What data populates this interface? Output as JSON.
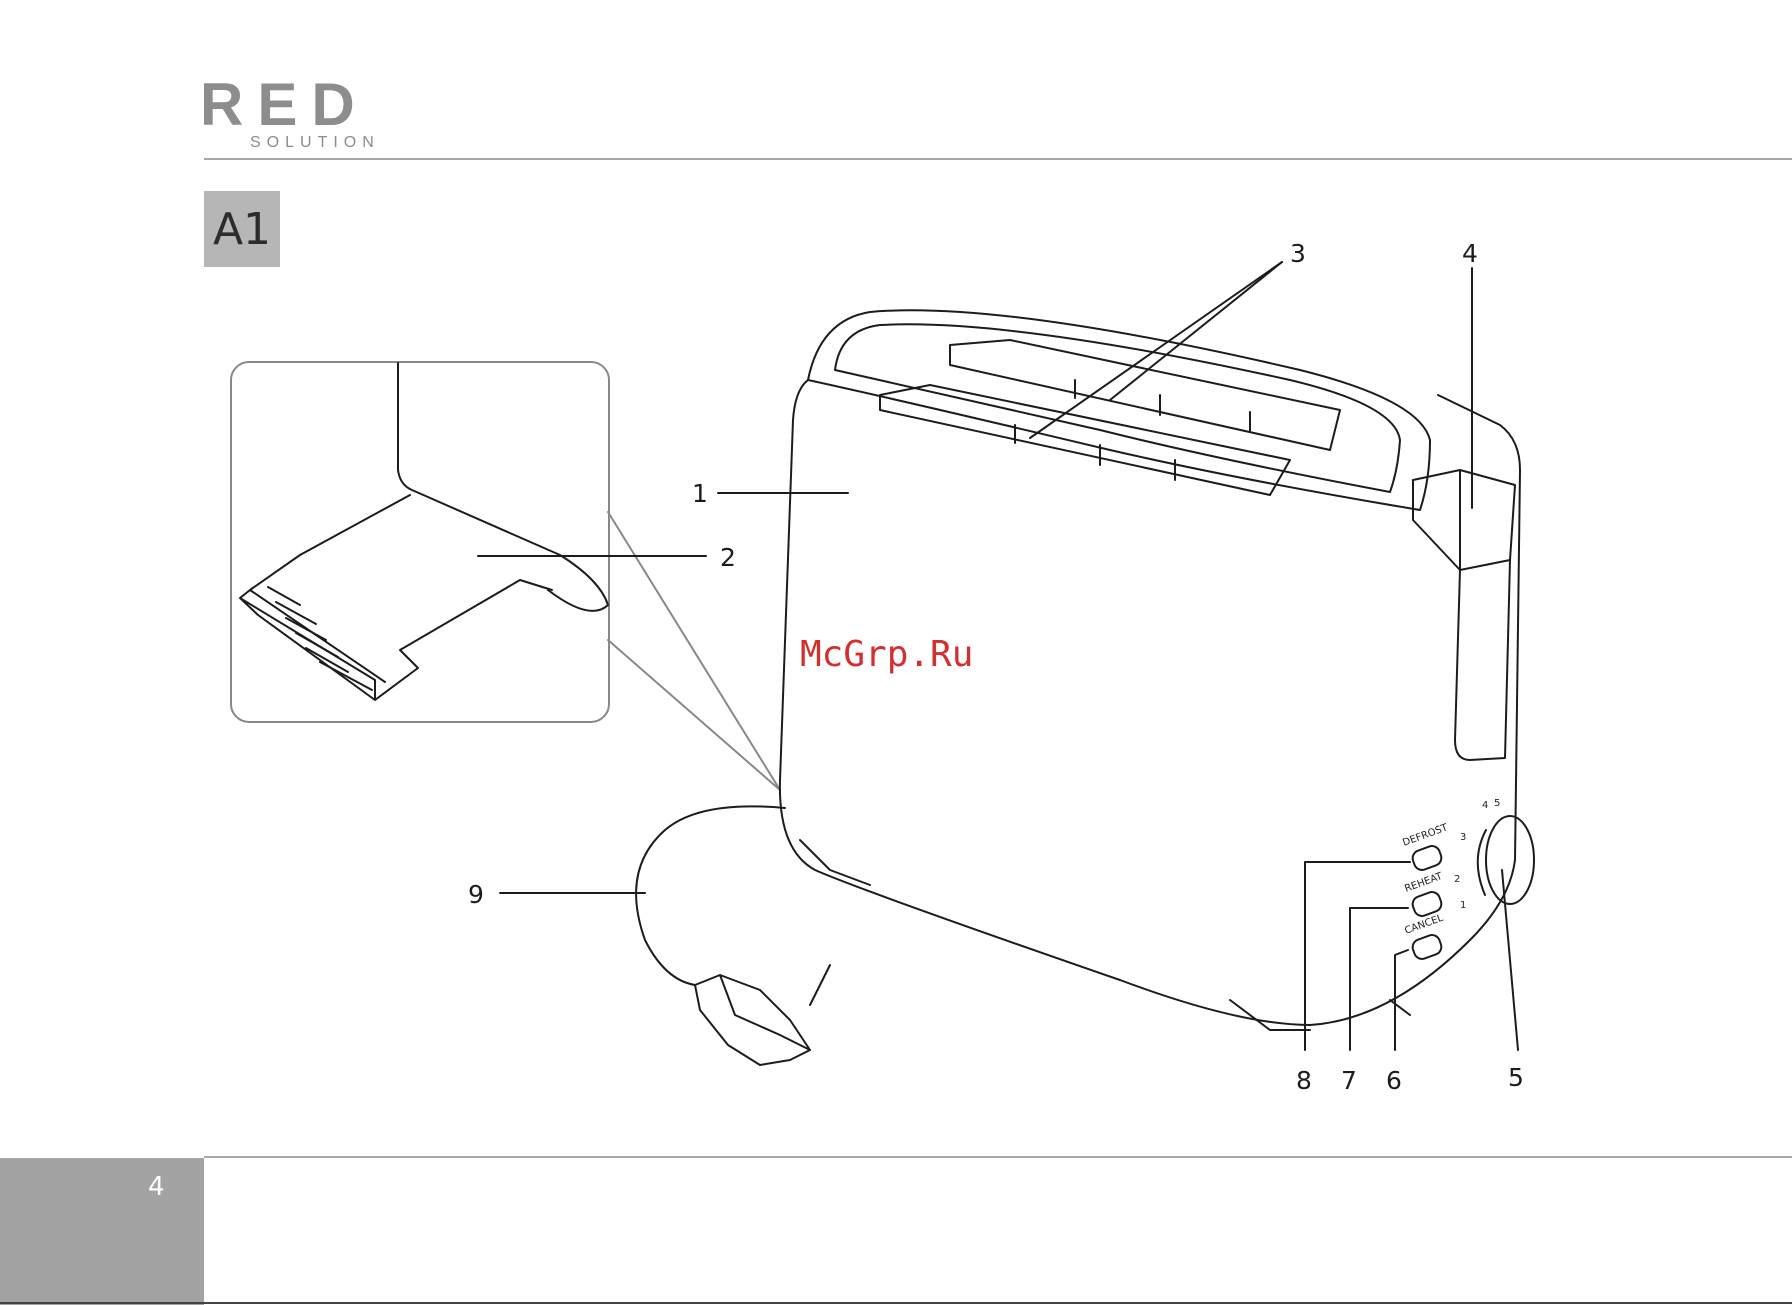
{
  "brand": {
    "main": "RED",
    "sub": "SOLUTION"
  },
  "section": {
    "label": "A1"
  },
  "callouts": [
    "1",
    "2",
    "3",
    "4",
    "5",
    "6",
    "7",
    "8",
    "9"
  ],
  "controls": {
    "defrost": "DEFROST",
    "reheat": "REHEAT",
    "cancel": "CANCEL",
    "dial_marks": [
      "1",
      "2",
      "3",
      "4",
      "5"
    ]
  },
  "watermark": "McGrp.Ru",
  "page": {
    "number": "4"
  },
  "colors": {
    "gray": "#a3a3a3",
    "line": "#1c1c1c",
    "watermark": "#d32f2f"
  }
}
